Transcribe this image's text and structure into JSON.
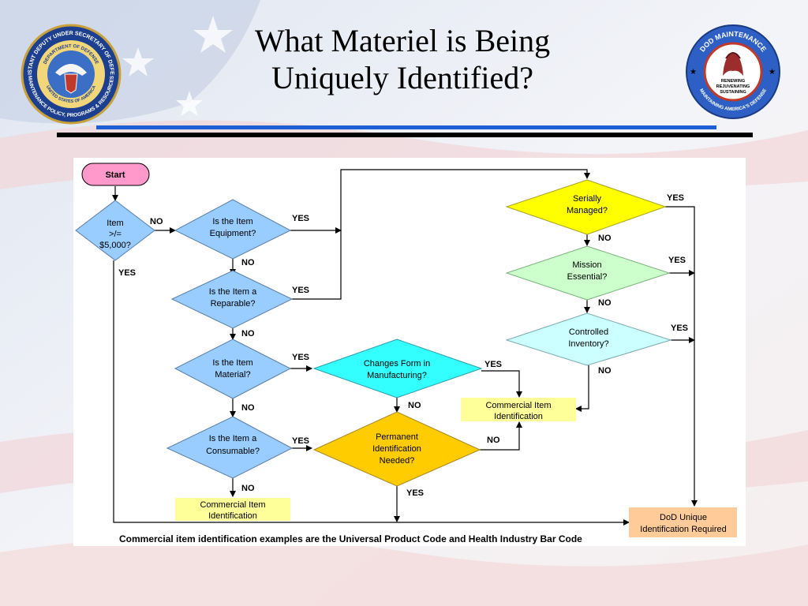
{
  "slide": {
    "title_lines": [
      "What Materiel is Being",
      "Uniquely Identified?"
    ],
    "footnote": "Commercial item identification examples are the Universal Product Code and Health Industry Bar Code"
  },
  "seals": {
    "left": {
      "outer_text": "ASSISTANT DEPUTY UNDER SECRETARY OF DEFENSE",
      "bottom_text": "MAINTENANCE POLICY, PROGRAMS & RESOURCES",
      "inner_top": "DEPARTMENT OF DEFENSE",
      "inner_bottom": "UNITED STATES OF AMERICA"
    },
    "right": {
      "top_text": "DOD MAINTENANCE",
      "bottom_text": "MAINTAINING AMERICA'S DEFENSE",
      "center_lines": [
        "RENEWING",
        "REJUVENATING",
        "SUSTAINING"
      ]
    }
  },
  "flowchart": {
    "start": "Start",
    "decisions": {
      "cost": [
        "Item",
        ">/=",
        "$5,000?"
      ],
      "equipment": [
        "Is the Item",
        "Equipment?"
      ],
      "reparable": [
        "Is the Item a",
        "Reparable?"
      ],
      "material": [
        "Is the Item",
        "Material?"
      ],
      "consumable": [
        "Is the Item a",
        "Consumable?"
      ],
      "changes_form": [
        "Changes Form in",
        "Manufacturing?"
      ],
      "permanent": [
        "Permanent",
        "Identification",
        "Needed?"
      ],
      "serially": [
        "Serially",
        "Managed?"
      ],
      "mission": [
        "Mission",
        "Essential?"
      ],
      "controlled": [
        "Controlled",
        "Inventory?"
      ]
    },
    "outcomes": {
      "commercial_left": [
        "Commercial Item",
        "Identification"
      ],
      "commercial_mid": [
        "Commercial Item",
        "Identification"
      ],
      "dod_unique": [
        "DoD Unique",
        "Identification Required"
      ]
    },
    "edge_labels": {
      "yes": "YES",
      "no": "NO"
    }
  },
  "colors": {
    "start_fill": "#ff99cc",
    "decision_blue": "#99ccff",
    "decision_cyan": "#33ffff",
    "decision_orange": "#ffcc00",
    "decision_yellow": "#ffff00",
    "decision_green": "#ccffcc",
    "decision_lightcyan": "#ccffff",
    "commercial_fill": "#ffff99",
    "dod_fill": "#ffcc99",
    "rule_blue": "#1f5fd6"
  }
}
